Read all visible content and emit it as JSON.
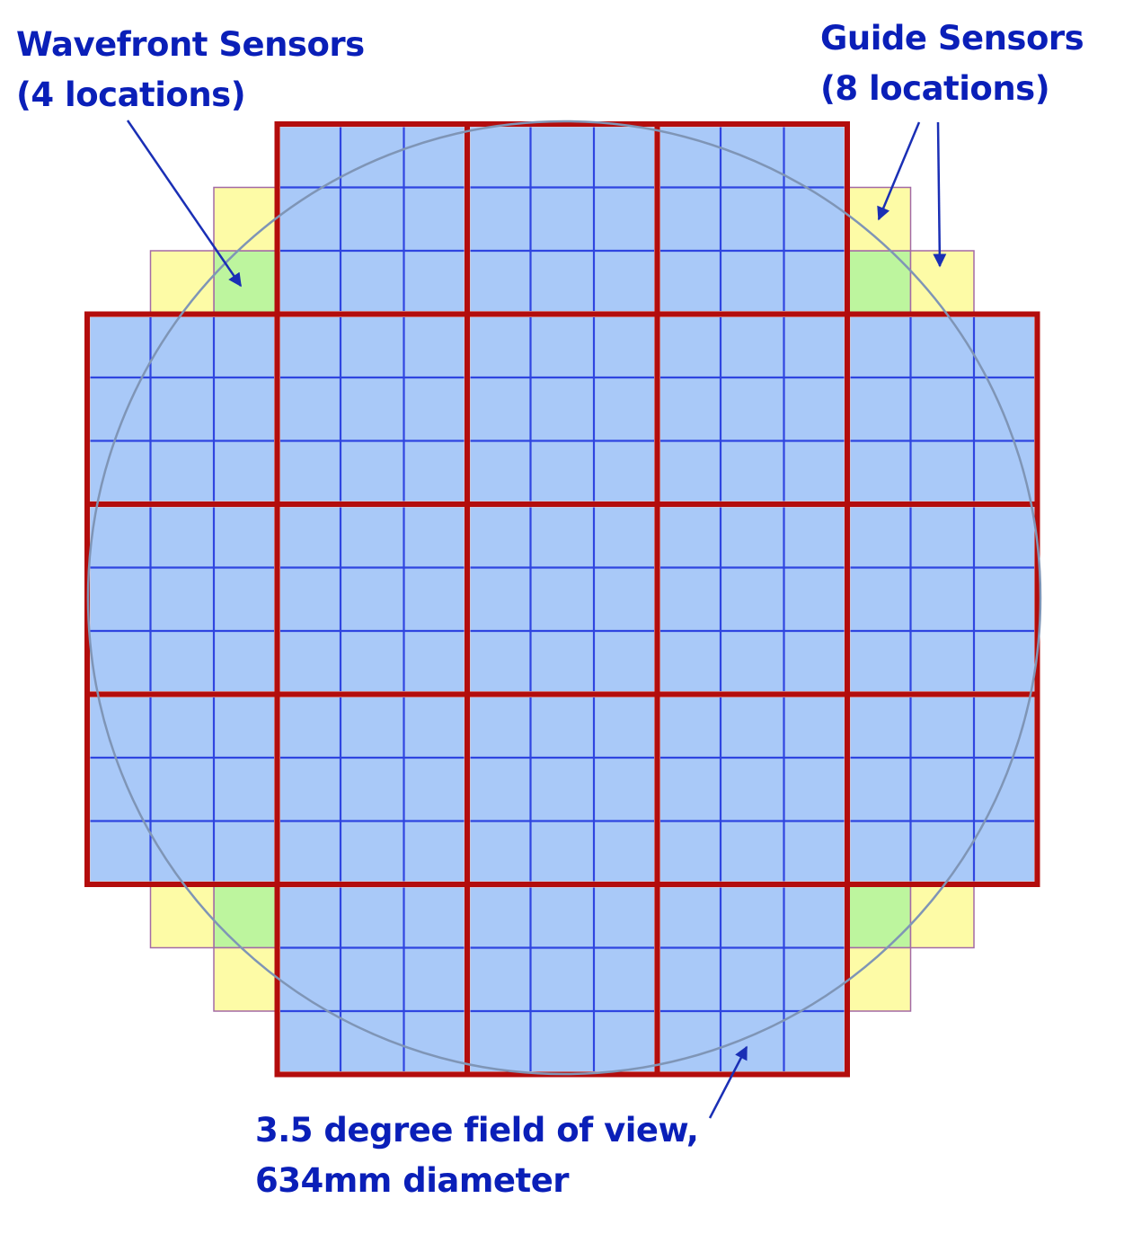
{
  "labels": {
    "wavefront": {
      "line1": "Wavefront Sensors",
      "line2": "(4 locations)"
    },
    "guide": {
      "line1": "Guide Sensors",
      "line2": "(8 locations)"
    },
    "fov": {
      "line1": "3.5 degree field of view,",
      "line2": "634mm diameter"
    }
  },
  "colors": {
    "raft_border": "#b30d0d",
    "ccd_fill": "#a9c9f8",
    "ccd_line": "#2f45e0",
    "guide_sensor": "#fdfba6",
    "wavefront_sensor": "#bdf59e",
    "corner_outline": "#a46aa6",
    "circle": "#7f95b6",
    "label_text": "#0a1fb8",
    "arrow": "#1a2fb5"
  },
  "focal_plane": {
    "rafts_per_side": 5,
    "ccds_per_raft_side": 3,
    "corner_rafts_omitted": 4,
    "wavefront_sensor_count": 4,
    "guide_sensor_count": 8
  }
}
